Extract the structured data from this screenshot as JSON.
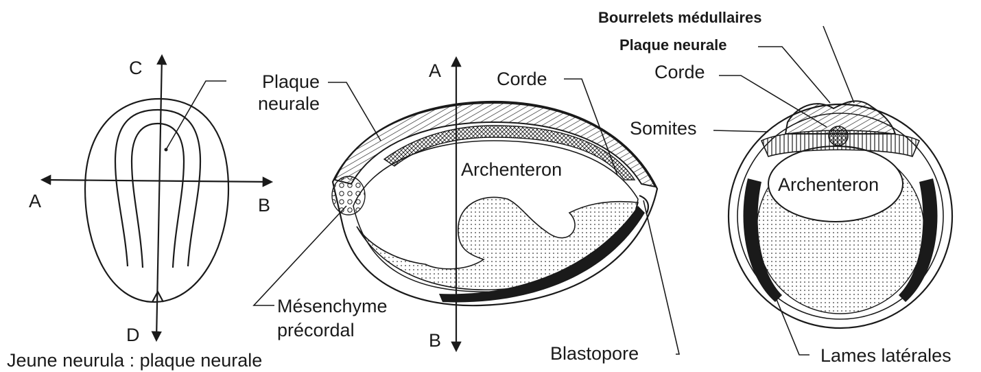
{
  "figure_left": {
    "axis_top": "C",
    "axis_bottom": "D",
    "axis_left": "A",
    "axis_right": "B",
    "caption": "Jeune neurula : plaque neurale"
  },
  "figure_middle": {
    "axis_top": "A",
    "axis_bottom": "B",
    "label_plaque_neurale": [
      "Plaque",
      "neurale"
    ],
    "label_corde": "Corde",
    "label_archenteron": "Archenteron",
    "label_mesenchyme": [
      "Mésenchyme",
      "précordal"
    ],
    "label_blastopore": "Blastopore"
  },
  "figure_right": {
    "label_bourrelets": "Bourrelets médullaires",
    "label_plaque_neurale": "Plaque neurale",
    "label_corde": "Corde",
    "label_somites": "Somites",
    "label_archenteron": "Archenteron",
    "label_lames": "Lames latérales"
  }
}
